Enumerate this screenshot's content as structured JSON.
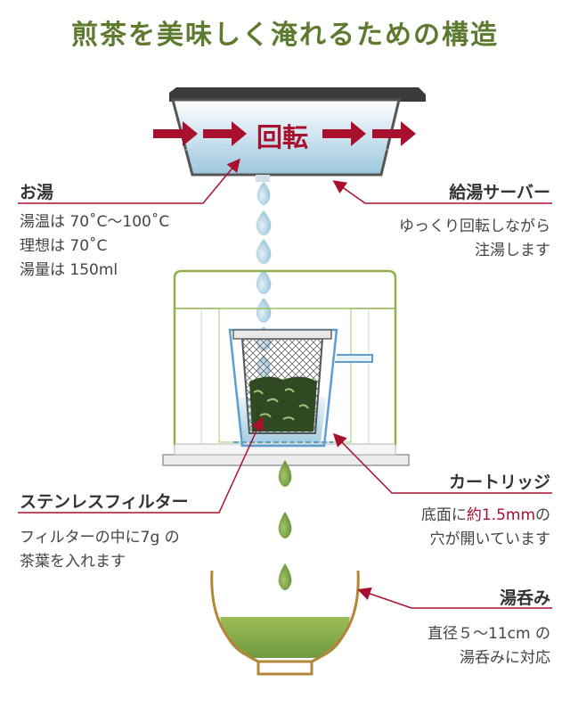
{
  "title": "煎茶を美味しく淹れるための構造",
  "rotation_label": "回転",
  "hot_water": {
    "heading": "お湯",
    "lines": [
      "湯温は 70˚C〜100˚C",
      "理想は 70˚C",
      "湯量は 150ml"
    ]
  },
  "server": {
    "heading": "給湯サーバー",
    "lines": [
      "ゆっくり回転しながら",
      "注湯します"
    ]
  },
  "filter": {
    "heading": "ステンレスフィルター",
    "lines": [
      "フィルターの中に7g の",
      "茶葉を入れます"
    ]
  },
  "cartridge": {
    "heading": "カートリッジ",
    "line1_pre": "底面に",
    "line1_hl": "約1.5mm",
    "line1_post": "の",
    "line2": "穴が開いています"
  },
  "cup": {
    "heading": "湯呑み",
    "lines": [
      "直径５〜11cm の",
      "湯呑みに対応"
    ]
  },
  "colors": {
    "title": "#5d7a2f",
    "accent_red": "#a8102e",
    "water_blue": "#a9cfe4",
    "tea_green": "#6f9a3f",
    "frame_green": "#8fb04a",
    "cup_gold": "#b3863a"
  }
}
